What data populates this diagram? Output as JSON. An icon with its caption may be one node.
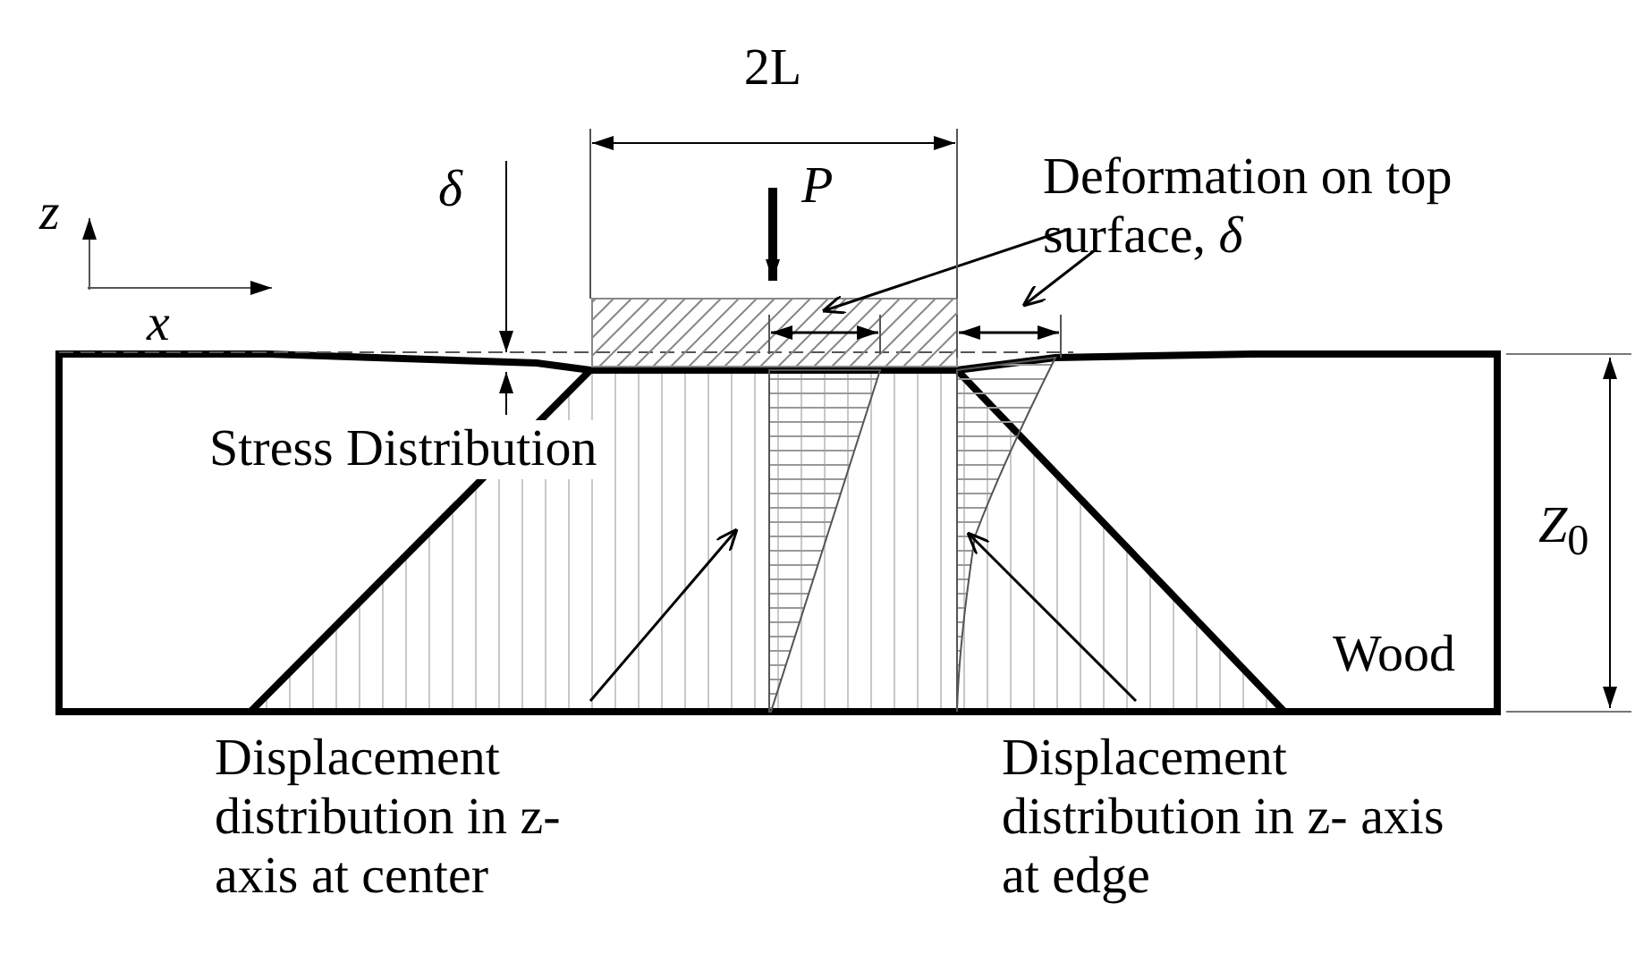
{
  "diagram": {
    "nodes": [
      {
        "text": [
          "Deformation on top surface, *δ*"
        ]
      },
      {
        "text": [],
        "shape": "arrow"
      },
      {
        "text": [],
        "shape": "arrow"
      },
      {
        "text": [
          "Displacement distribution in z- axis at center"
        ]
      },
      {
        "text": [],
        "shape": "triangle"
      },
      {
        "text": [
          "Displacement distribution in z- axis at edge"
        ]
      },
      {
        "text": [],
        "shape": "area"
      }
    ],
    "edges": [
      {
        "from": 0,
        "to": 1,
        "arrow": "to"
      },
      {
        "from": 0,
        "to": 2,
        "arrow": "to"
      },
      {
        "from": 3,
        "to": 4,
        "arrow": "to"
      },
      {
        "from": 5,
        "to": 6,
        "arrow": "to"
      }
    ],
    "labels": [
      "2L",
      "z",
      "δ",
      "P",
      "x",
      "Stress Distribution",
      "*Z*$_{0}$",
      "Wood"
    ]
  }
}
